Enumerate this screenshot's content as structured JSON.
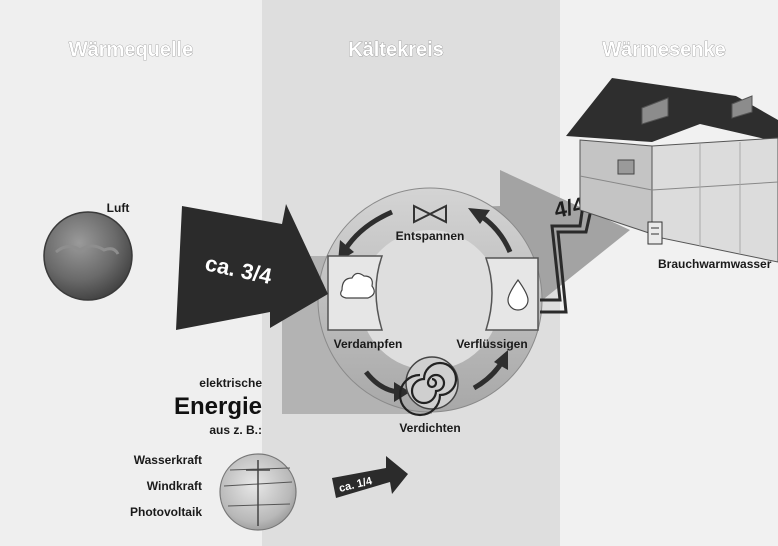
{
  "columns": {
    "source": "Wärmequelle",
    "cycle": "Kältekreis",
    "sink": "Wärmesenke"
  },
  "source": {
    "air_label": "Luft",
    "air_share": "ca. 3/4"
  },
  "cycle": {
    "expand": "Entspannen",
    "evaporate": "Verdampfen",
    "condense": "Verflüssigen",
    "compress": "Verdichten"
  },
  "sink": {
    "output_share": "4/4",
    "hot_water": "Brauchwarmwasser"
  },
  "energy": {
    "line1": "elektrische",
    "line2": "Energie",
    "line3": "aus z. B.:",
    "sources": [
      "Wasserkraft",
      "Windkraft",
      "Photovoltaik"
    ],
    "share": "ca. 1/4"
  }
}
